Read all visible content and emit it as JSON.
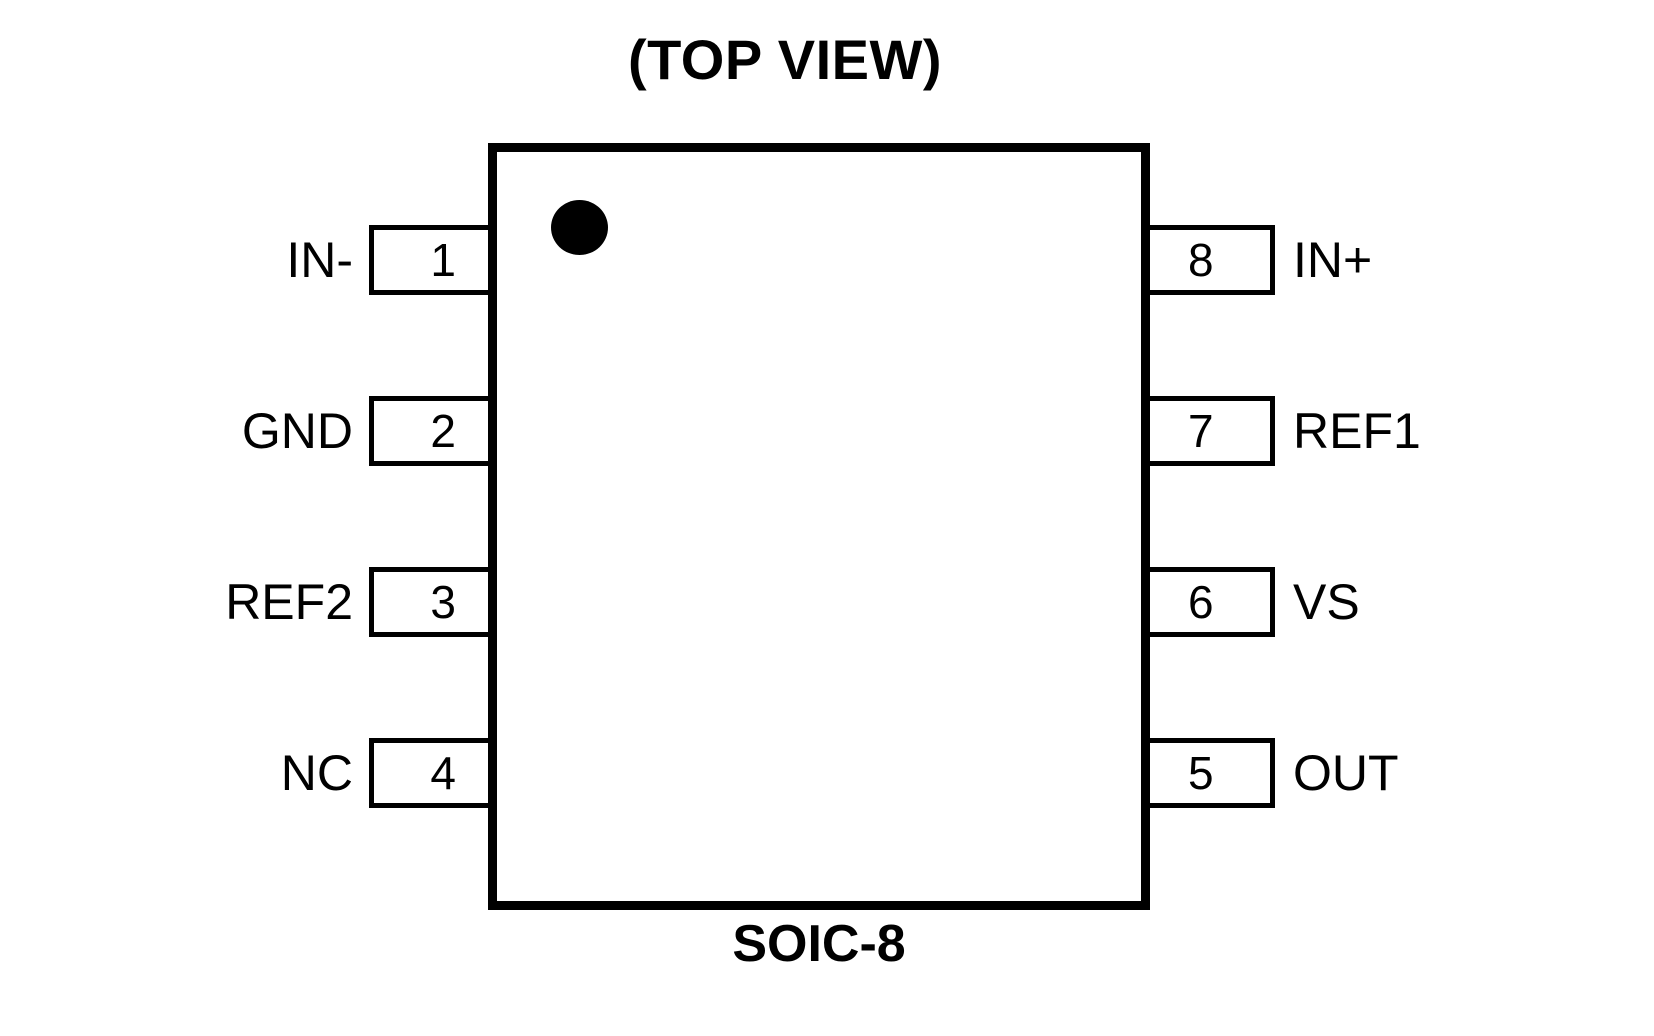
{
  "diagram": {
    "title": "(TOP VIEW)",
    "package_name": "SOIC-8",
    "orientation_marker": "pin1-dot",
    "colors": {
      "outline": "#000000",
      "body_fill": "#ffffff",
      "background": "#ffffff",
      "text": "#000000"
    }
  },
  "pins": {
    "left": [
      {
        "number": "1",
        "name": "IN-"
      },
      {
        "number": "2",
        "name": "GND"
      },
      {
        "number": "3",
        "name": "REF2"
      },
      {
        "number": "4",
        "name": "NC"
      }
    ],
    "right": [
      {
        "number": "8",
        "name": "IN+"
      },
      {
        "number": "7",
        "name": "REF1"
      },
      {
        "number": "6",
        "name": "VS"
      },
      {
        "number": "5",
        "name": "OUT"
      }
    ]
  }
}
